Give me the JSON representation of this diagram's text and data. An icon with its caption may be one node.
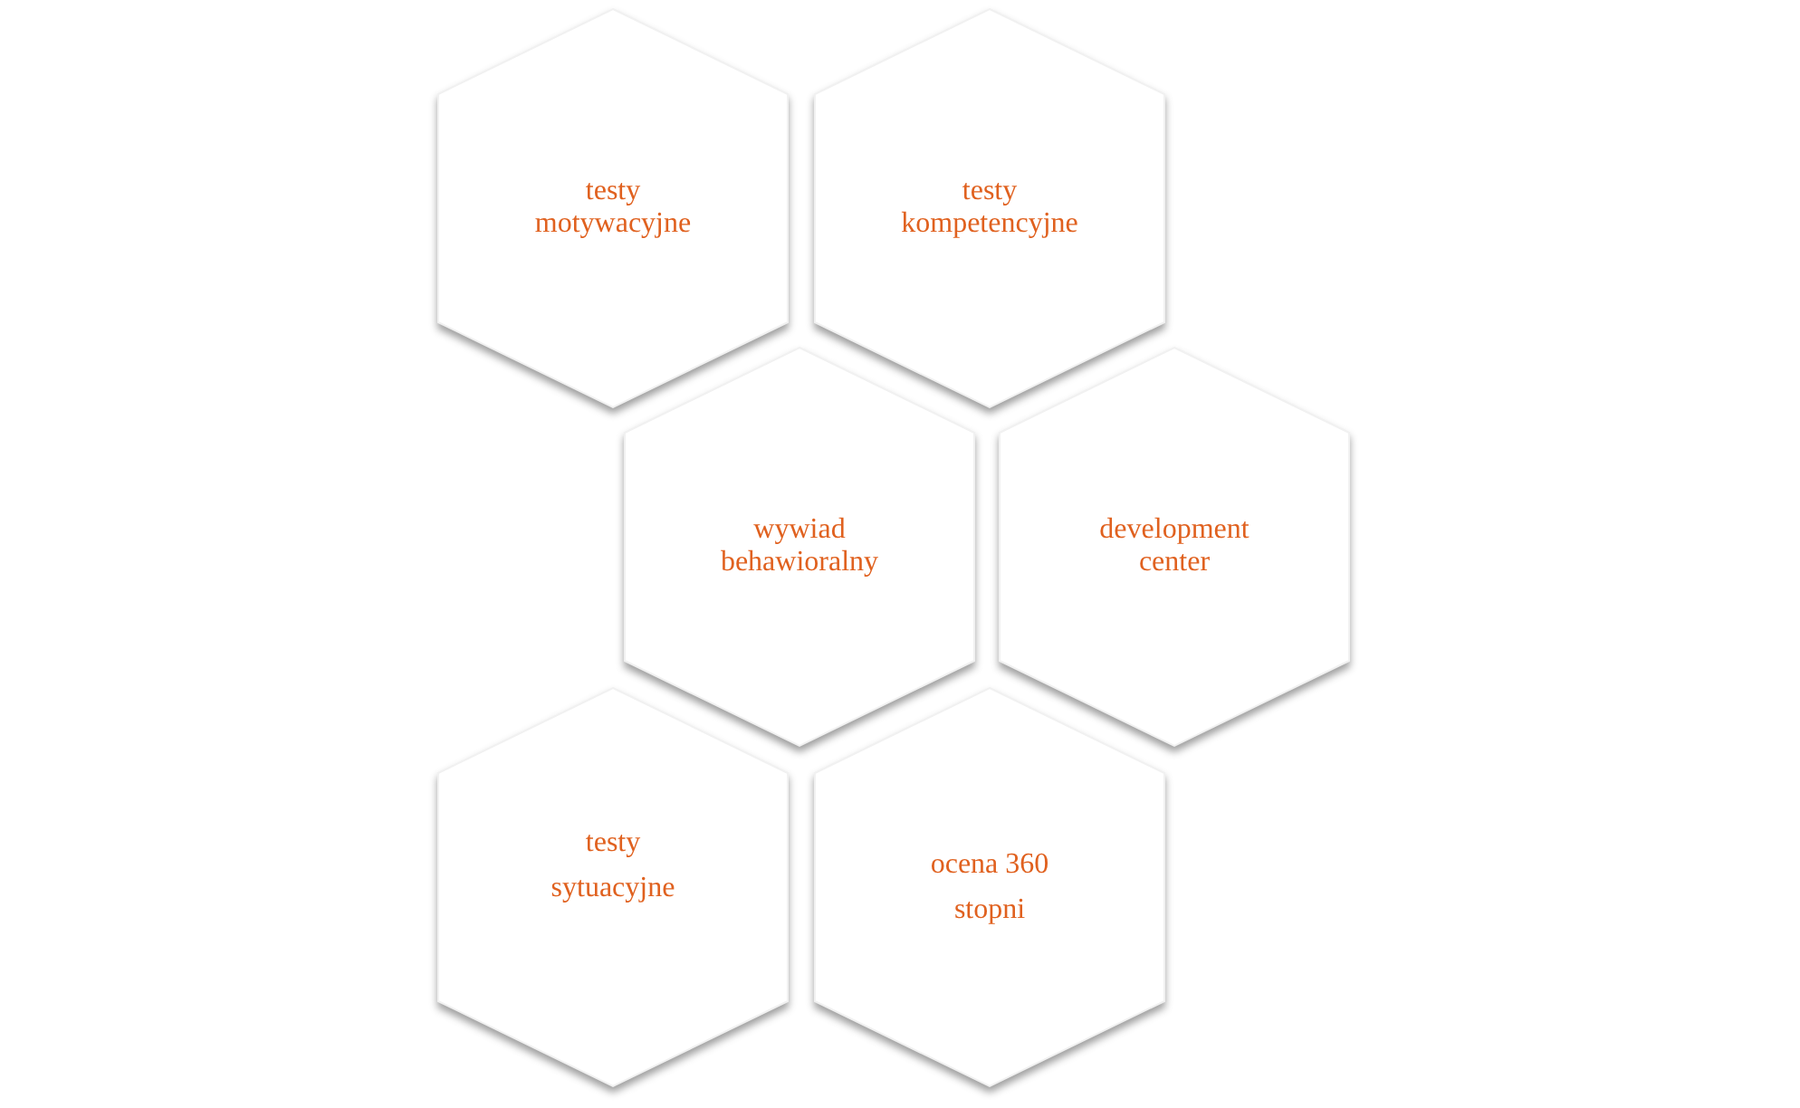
{
  "diagram": {
    "nodes": [
      {
        "text": [
          "testy motywacyjne"
        ]
      },
      {
        "text": [
          "testy kompetencyjne"
        ]
      },
      {
        "text": [
          "wywiad behawioralny"
        ]
      },
      {
        "text": [
          "development center"
        ]
      },
      {
        "text": [
          "testy sytuacyjne"
        ]
      },
      {
        "text": [
          "ocena 360 stopni"
        ]
      }
    ]
  }
}
